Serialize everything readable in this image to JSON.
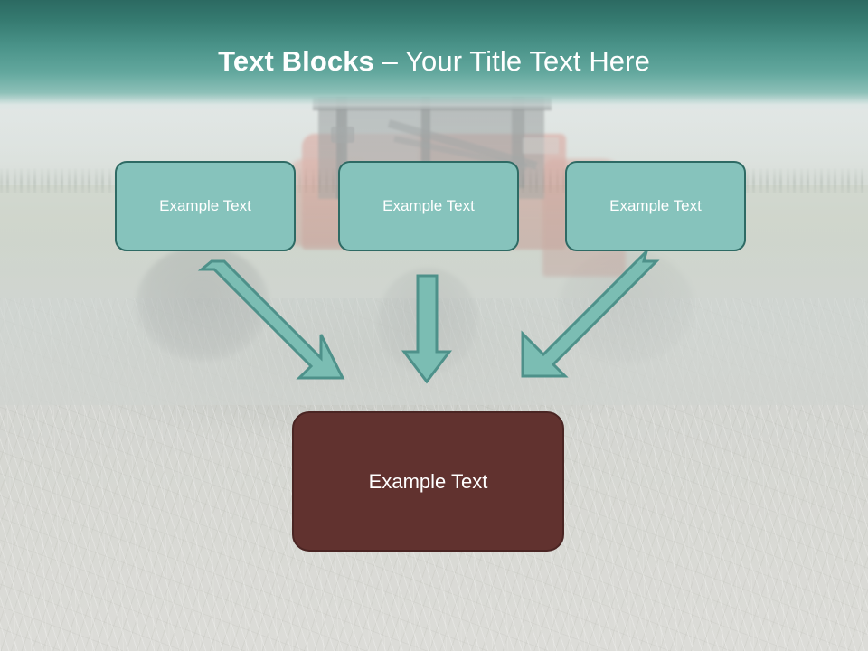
{
  "slide": {
    "title": {
      "strong": "Text Blocks ",
      "light": "– Your Title Text Here"
    }
  },
  "top_boxes": [
    {
      "label": "Example Text"
    },
    {
      "label": "Example Text"
    },
    {
      "label": "Example Text"
    }
  ],
  "bottom_box": {
    "label": "Example Text"
  },
  "arrows": [
    {
      "name": "arrow-left-diagonal",
      "direction": "down-right"
    },
    {
      "name": "arrow-middle-vertical",
      "direction": "down"
    },
    {
      "name": "arrow-right-diagonal",
      "direction": "down-left"
    }
  ],
  "colors": {
    "header_gradient_top": "#2c6a62",
    "header_gradient_bottom": "#8dc0b8",
    "box_teal_fill": "#86c3bc",
    "box_teal_border": "#2e6a64",
    "box_maroon_fill": "#61322f",
    "box_maroon_border": "#4a2523",
    "arrow_fill": "#7bbdb3",
    "arrow_stroke": "#4e918a",
    "title_text": "#ffffff",
    "box_text": "#ffffff",
    "background_field": "#d3d6d2"
  },
  "background": {
    "scene": "tractor-in-field-photo",
    "description_parts": [
      "sky",
      "treeline",
      "green-field",
      "grass-foreground",
      "red-tractor"
    ]
  }
}
